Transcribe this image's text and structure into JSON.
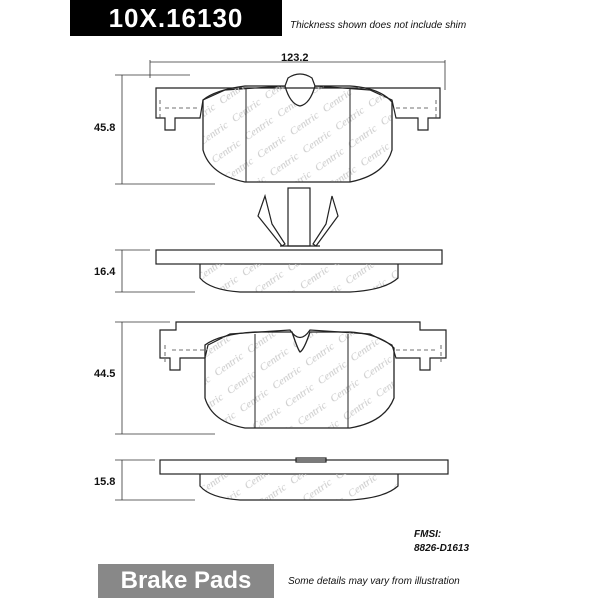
{
  "header": {
    "part_number": "10X.16130",
    "thickness_note": "Thickness shown does not include shim"
  },
  "dimensions": {
    "width_top": "123.2",
    "height_top": "45.8",
    "thickness_top": "16.4",
    "height_bottom": "44.5",
    "thickness_bottom": "15.8"
  },
  "fmsi": {
    "label": "FMSI:",
    "code": "8826-D1613"
  },
  "footer": {
    "product": "Brake Pads",
    "disclaimer": "Some details may vary from illustration"
  },
  "watermark": "Centric"
}
